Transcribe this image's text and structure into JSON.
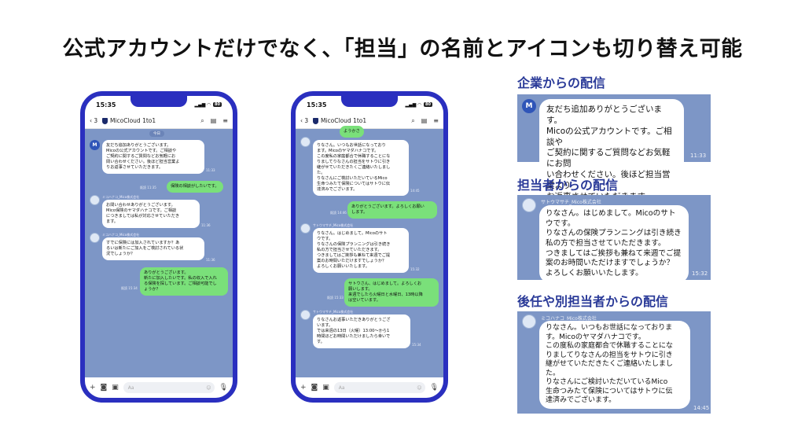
{
  "headline": "公式アカウントだけでなく、「担当」の名前とアイコンも切り替え可能",
  "phone_common": {
    "clock": "15:35",
    "back_count": "3",
    "title": "MicoCloud 1to1",
    "input_placeholder": "Aa",
    "battery": "80"
  },
  "phone1": {
    "date": "今日",
    "avatar_letter": "M",
    "msg1": "友だち追加ありがとうございます。\nMicoの公式アカウントです。ご相談や\nご契約に関するご質問などお気軽にお\n問い合わせください。後ほど担当営業よ\nりお返事させていただきます。",
    "msg1_time": "11:33",
    "reply1": "保険の相談がしたいです。",
    "reply1_time": "既読 11:35",
    "sender": "ミコハナコ_Mico株式会社",
    "msg2": "お問い合わせありがとうございます。\nMico保険のヤマダハナコです。ご相談\nにつきましては私が対応させていただき\nます。",
    "msg2_time": "11:36",
    "msg3": "すでに保険には加入されていますか？あ\nるいは新たにご加入をご検討されている状\n況でしょうか？",
    "msg3_time": "11:36",
    "reply2": "ありがとうございます。\n新たに加入したいです。私の収入で入れ\nる保険を探しています。ご相談可能でし\nょうか？",
    "reply2_time": "既読 15:34"
  },
  "phone2": {
    "top_fragment": "ようかさ",
    "msg1": "りなさん。いつもお世話になっており\nます。Micoのヤマダハナコです。\nこの度私の家庭都合で休職することにな\nりましてりなさんの担当をサトウに引き\n継がせていただきたくご連絡いたしまし\nた。\nりなさんにご検討いただいているMico\n生命つみたて保険についてはサトウに伝\n達済みでございます。",
    "msg1_time": "14:45",
    "reply1": "ありがとうございます。よろしくお願い\nします。",
    "reply1_time": "既読 14:46",
    "sender2": "サトウマサチ_Mico株式会社",
    "msg2": "りなさん。はじめまして。Micoのサト\nウです。\nりなさんの保険プランニングは引き続き\n私の方で担当させていただきます。\nつきましてはご挨拶も兼ねて来週でご提\n案のお時間いただけますでしょうか？\nよろしくお願いいたします。",
    "msg2_time": "15:32",
    "reply2": "サトウさん、はじめまして。よろしくお\n願いします。\n来週でしたら火曜日と水曜日、13時以降\nは空いています。",
    "reply2_time": "既読 15:33",
    "sender3": "サトウマサチ_Mico株式会社",
    "msg3": "りなさんお返事いただきありがとうござ\nいます。\nでは来週の13日（火曜）13:00〜から1\n時間ほどお時間いただけましたら幸いで\nす。",
    "msg3_time": "15:34"
  },
  "panel1": {
    "title": "企業からの配信",
    "avatar_letter": "M",
    "text": "友だち追加ありがとうございます。\nMicoの公式アカウントです。ご相談や\nご契約に関するご質問などお気軽にお問\nい合わせください。後ほど担当営業より\nお返事させていただきます。",
    "time": "11:33"
  },
  "panel2": {
    "title": "担当者からの配信",
    "sender": "サトウマサチ_Mico株式会社",
    "text": "りなさん。はじめまして。Micoのサト\nウです。\nりなさんの保険プランニングは引き続き\n私の方で担当させていただきます。\nつきましてはご挨拶も兼ねて来週でご提\n案のお時間いただけますでしょうか？\nよろしくお願いいたします。",
    "time": "15:32"
  },
  "panel3": {
    "title": "後任や別担当者からの配信",
    "sender": "ミコハナコ_Mico株式会社",
    "text": "りなさん。いつもお世話になっておりま\nす。Micoのヤマダハナコです。\nこの度私の家庭都合で休職することにな\nりましてりなさんの担当をサトウに引き\n継がせていただきたくご連絡いたしまし\nた。\nりなさんにご検討いただいているMico\n生命つみたて保険についてはサトウに伝\n達済みでございます。",
    "time": "14:45"
  },
  "colors": {
    "accent": "#2a2fbf",
    "chat_bg": "#7d96c6",
    "reply_green": "#7ae07a",
    "title_blue": "#2a3a98"
  }
}
